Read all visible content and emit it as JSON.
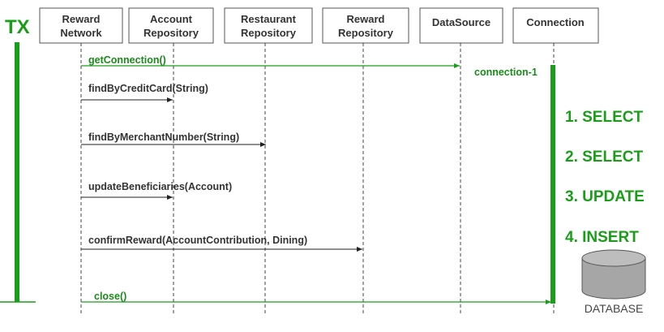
{
  "tx_label": "TX",
  "participants": [
    {
      "line1": "Reward",
      "line2": "Network"
    },
    {
      "line1": "Account",
      "line2": "Repository"
    },
    {
      "line1": "Restaurant",
      "line2": "Repository"
    },
    {
      "line1": "Reward",
      "line2": "Repository"
    },
    {
      "line1": "DataSource",
      "line2": ""
    },
    {
      "line1": "Connection",
      "line2": ""
    }
  ],
  "messages": [
    {
      "label": "getConnection()",
      "color": "green"
    },
    {
      "label": "findByCreditCard(String)",
      "color": "black"
    },
    {
      "label": "findByMerchantNumber(String)",
      "color": "black"
    },
    {
      "label": "updateBeneficiaries(Account)",
      "color": "black"
    },
    {
      "label": "confirmReward(AccountContribution, Dining)",
      "color": "black"
    },
    {
      "label": "close()",
      "color": "green"
    }
  ],
  "connection_label": "connection-1",
  "statements": [
    "1. SELECT",
    "2. SELECT",
    "3. UPDATE",
    "4. INSERT"
  ],
  "database_label": "DATABASE",
  "colors": {
    "green": "#1a9e1a",
    "box_border": "#555555",
    "lifeline": "#444444",
    "database_fill": "#a6a6a6"
  }
}
